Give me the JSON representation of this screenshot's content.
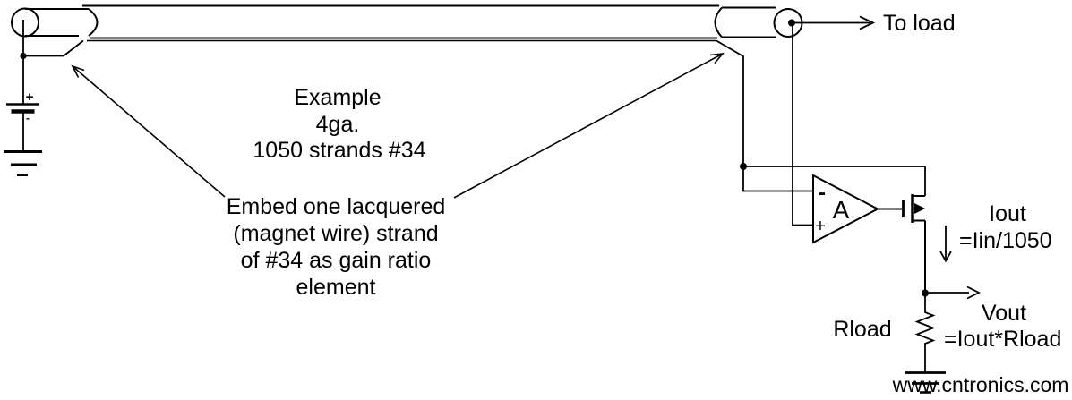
{
  "diagram": {
    "kind": "circuit-schematic",
    "subject": "Stranded-cable current sense with gain ratio strand"
  },
  "labels": {
    "to_load": "To load",
    "example_line1": "Example",
    "example_line2": "4ga.",
    "example_line3": "1050 strands #34",
    "embed_line1": "Embed one lacquered",
    "embed_line2": "(magnet wire) strand",
    "embed_line3": "of #34 as gain ratio",
    "embed_line4": "element",
    "opamp_gain": "A",
    "opamp_minus": "-",
    "opamp_plus": "+",
    "battery_plus": "+",
    "battery_minus": "-",
    "iout": "Iout",
    "iout_equation": "=Iin/1050",
    "vout": "Vout",
    "vout_equation": "=Iout*Rload",
    "rload": "Rload",
    "watermark": "www.cntronics.com"
  },
  "colors": {
    "line": "#000000",
    "text": "#000000",
    "watermark": "#a9d6a9",
    "background": "#ffffff"
  }
}
